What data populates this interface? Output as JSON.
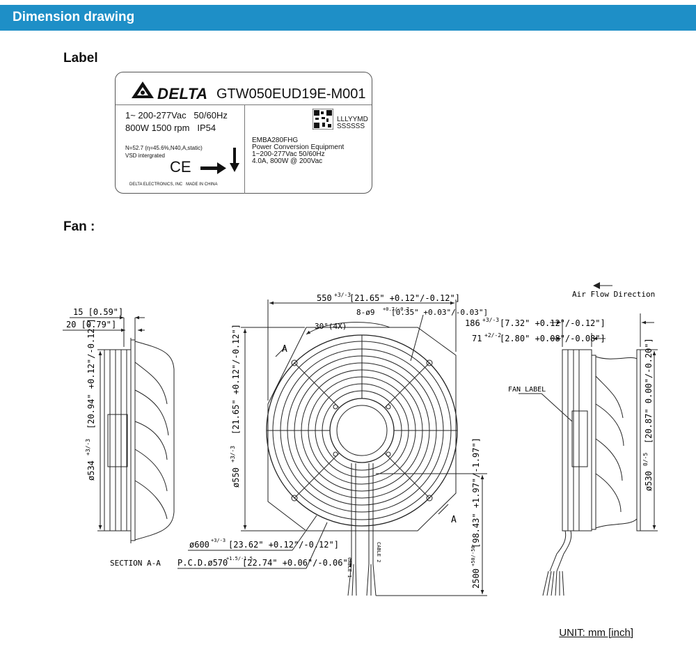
{
  "header": {
    "title": "Dimension drawing"
  },
  "label_section": {
    "title": "Label"
  },
  "fan_section": {
    "title": "Fan :"
  },
  "label_card": {
    "brand": "DELTA",
    "model": "GTW050EUD19E-M001",
    "ratings_line1": "1~ 200-277Vac   50/60Hz",
    "ratings_line2": "800W 1500 rpm   IP54",
    "efficiency": "N=52.7 (η=45.6%,N40,A,static)",
    "vsd": "VSD intergrated",
    "ce_mark": "CE",
    "manufacturer": "DELTA ELECTRONICS, INC   MADE IN CHINA",
    "date_code": "LLLYYMD",
    "serial_code": "SSSSSS",
    "driver_model": "EMBA280FHG",
    "driver_type": "Power Conversion Equipment",
    "driver_ratings1": "1~200-277Vac 50/60Hz",
    "driver_ratings2": "4.0A, 800W @ 200Vac"
  },
  "drawing": {
    "air_flow": "Air Flow Direction",
    "section": "SECTION A-A",
    "fan_label": "FAN LABEL",
    "dim_15": "15 [0.59\"]",
    "dim_20": "20 [0.79\"]",
    "dim_534": "ø534",
    "dim_534_tol": "+3/-3",
    "dim_534_in": "[20.94\" +0.12\"/-0.12\"]",
    "dim_550w": "550",
    "dim_550w_tol": "+3/-3",
    "dim_550w_in": "[21.65\" +0.12\"/-0.12\"]",
    "dim_holes": "8-ø9",
    "dim_holes_tol": "+0.7/-0.7",
    "dim_holes_in": "[0.35\" +0.03\"/-0.03\"]",
    "dim_angle": "30°(4X)",
    "dim_550d": "ø550",
    "dim_550d_tol": "+3/-3",
    "dim_550d_in": "[21.65\" +0.12\"/-0.12\"]",
    "dim_600": "ø600",
    "dim_600_tol": "+3/-3",
    "dim_600_in": "[23.62\" +0.12\"/-0.12\"]",
    "dim_pcd": "P.C.D.ø570",
    "dim_pcd_tol": "+1.5/-1.5",
    "dim_pcd_in": "[22.74\" +0.06\"/-0.06\"]",
    "dim_2500": "2500",
    "dim_2500_tol": "+50/-50",
    "dim_2500_in": "[98.43\" +1.97\"/-1.97\"]",
    "dim_186": "186",
    "dim_186_tol": "+3/-3",
    "dim_186_in": "[7.32\" +0.12\"/-0.12\"]",
    "dim_71": "71",
    "dim_71_tol": "+2/-2",
    "dim_71_in": "[2.80\" +0.08\"/-0.08\"]",
    "dim_530": "ø530",
    "dim_530_tol": "0/-5",
    "dim_530_in": "[20.87\" 0.00\"/-0.20\"]",
    "cable1": "CABLE 1",
    "cable2": "CABLE 2",
    "section_mark": "A"
  },
  "footer": {
    "unit": "UNIT: mm [inch]"
  }
}
